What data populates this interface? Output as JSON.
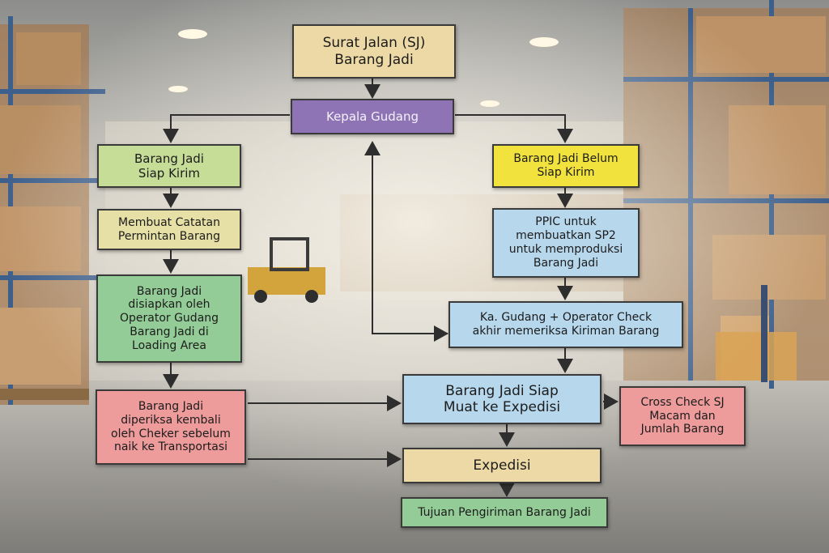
{
  "diagram": {
    "nodes": {
      "sj": {
        "text": "Surat Jalan (SJ)\nBarang Jadi",
        "color": "#ecd9a6"
      },
      "kepala": {
        "text": "Kepala Gudang",
        "color": "#8e74b5"
      },
      "siap_kirim": {
        "text": "Barang Jadi\nSiap Kirim",
        "color": "#c6dd97"
      },
      "belum_siap": {
        "text": "Barang Jadi Belum\nSiap Kirim",
        "color": "#f1e23d"
      },
      "catatan": {
        "text": "Membuat Catatan\nPermintan Barang",
        "color": "#e6e0a6"
      },
      "ppic": {
        "text": "PPIC untuk\nmembuatkan SP2\nuntuk memproduksi\nBarang Jadi",
        "color": "#b7d7ec"
      },
      "disiapkan": {
        "text": "Barang Jadi\ndisiapkan oleh\nOperator Gudang\nBarang Jadi di\nLoading Area",
        "color": "#93cc96"
      },
      "ka_gudang": {
        "text": "Ka. Gudang + Operator Check\nakhir memeriksa Kiriman Barang",
        "color": "#b7d7ec"
      },
      "diperiksa": {
        "text": "Barang Jadi\ndiperiksa kembali\noleh Cheker sebelum\nnaik ke Transportasi",
        "color": "#ee9b9b"
      },
      "siap_muat": {
        "text": "Barang Jadi Siap\nMuat ke Expedisi",
        "color": "#b7d7ec"
      },
      "cross_check": {
        "text": "Cross Check SJ\nMacam dan\nJumlah Barang",
        "color": "#ee9b9b"
      },
      "expedisi": {
        "text": "Expedisi",
        "color": "#ecd9a6"
      },
      "tujuan": {
        "text": "Tujuan Pengiriman Barang Jadi",
        "color": "#93cc96"
      }
    }
  }
}
